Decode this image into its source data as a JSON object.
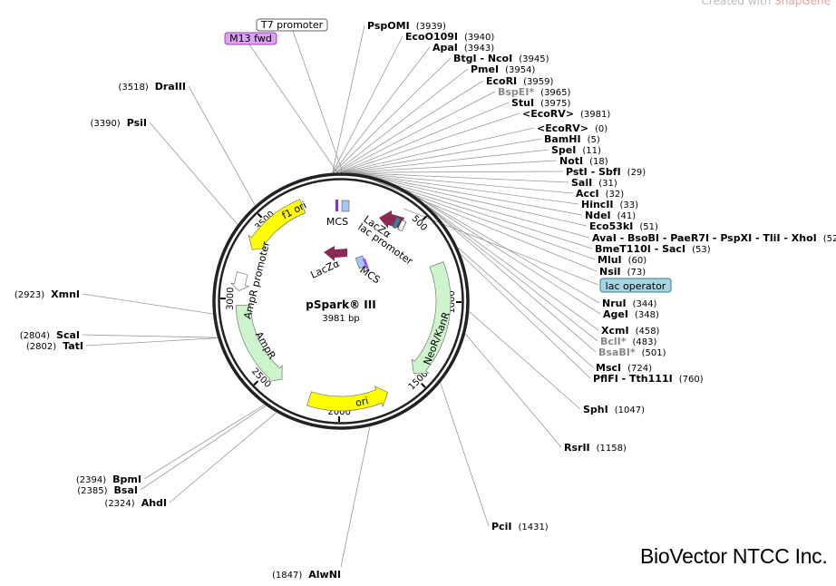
{
  "credit": {
    "prefix": "Created with ",
    "brand": "SnapGene"
  },
  "plasmid": {
    "name": "pSpark® III",
    "length_label": "3981 bp",
    "length": 3981
  },
  "logo_text": "BioVector NTCC Inc.",
  "ticks": [
    "500",
    "1000",
    "1500",
    "2000",
    "2500",
    "3000",
    "3500"
  ],
  "tick_values": [
    500,
    1000,
    1500,
    2000,
    2500,
    3000,
    3500
  ],
  "primer_labels": [
    {
      "label": "T7 promoter",
      "position": 3955,
      "color": "#ffffff"
    },
    {
      "label": "M13 fwd",
      "position": 3930,
      "color": "#d9a3f0"
    },
    {
      "label": "lac operator",
      "position": 110,
      "color": "#a8d3e0"
    }
  ],
  "features": [
    {
      "label": "f1 ori",
      "start": 3318,
      "end": 3738,
      "direction": "reverse",
      "color": "#ffff00"
    },
    {
      "label": "AmpR promoter",
      "start": 3050,
      "end": 3160,
      "direction": "reverse",
      "color": "#ffffff"
    },
    {
      "label": "AmpR",
      "start": 2400,
      "end": 2960,
      "direction": "reverse",
      "color": "#ccf5cc"
    },
    {
      "label": "ori",
      "start": 1690,
      "end": 2190,
      "direction": "reverse",
      "color": "#ffff00"
    },
    {
      "label": "NeoR/KanR",
      "start": 763,
      "end": 1490,
      "direction": "forward",
      "color": "#ccf5cc"
    },
    {
      "label": "LacZα",
      "start": 150,
      "end": 260,
      "direction": "reverse",
      "color": "#8b2a52"
    },
    {
      "label": "lac promoter",
      "start": 90,
      "end": 130,
      "direction": "reverse",
      "color": "#ffffff"
    },
    {
      "label": "MCS",
      "start": 3939,
      "end": 3981,
      "direction": "none",
      "color": "#a3c8f5"
    },
    {
      "label": "LacZα",
      "start": 3800,
      "end": 3860,
      "direction": "reverse",
      "color": "#8b2a52"
    },
    {
      "label": "MCS",
      "start": 0,
      "end": 73,
      "direction": "none",
      "color": "#a3c8f5"
    }
  ],
  "sites": [
    {
      "name": "PspOMI",
      "pos": "(3939)",
      "bp": 3939
    },
    {
      "name": "EcoO109I",
      "pos": "(3940)",
      "bp": 3940
    },
    {
      "name": "ApaI",
      "pos": "(3943)",
      "bp": 3943
    },
    {
      "name": "BtgI - NcoI",
      "pos": "(3945)",
      "bp": 3945
    },
    {
      "name": "PmeI",
      "pos": "(3954)",
      "bp": 3954
    },
    {
      "name": "EcoRI",
      "pos": "(3959)",
      "bp": 3959
    },
    {
      "name": "BspEI*",
      "pos": "(3965)",
      "bp": 3965,
      "gray": true
    },
    {
      "name": "StuI",
      "pos": "(3975)",
      "bp": 3975
    },
    {
      "name": "<EcoRV>",
      "pos": "(3981)",
      "bp": 3981
    },
    {
      "name": "<EcoRV>",
      "pos": "(0)",
      "bp": 0
    },
    {
      "name": "BamHI",
      "pos": "(5)",
      "bp": 5
    },
    {
      "name": "SpeI",
      "pos": "(11)",
      "bp": 11
    },
    {
      "name": "NotI",
      "pos": "(18)",
      "bp": 18
    },
    {
      "name": "PstI - SbfI",
      "pos": "(29)",
      "bp": 29
    },
    {
      "name": "SalI",
      "pos": "(31)",
      "bp": 31
    },
    {
      "name": "AccI",
      "pos": "(32)",
      "bp": 32
    },
    {
      "name": "HincII",
      "pos": "(33)",
      "bp": 33
    },
    {
      "name": "NdeI",
      "pos": "(41)",
      "bp": 41
    },
    {
      "name": "Eco53kI",
      "pos": "(51)",
      "bp": 51
    },
    {
      "name": "AvaI - BsoBI - PaeR7I - PspXI - TliI - XhoI",
      "pos": "(52)",
      "bp": 52
    },
    {
      "name": "BmeT110I - SacI",
      "pos": "(53)",
      "bp": 53
    },
    {
      "name": "MluI",
      "pos": "(60)",
      "bp": 60
    },
    {
      "name": "NsiI",
      "pos": "(73)",
      "bp": 73
    },
    {
      "name": "NruI",
      "pos": "(344)",
      "bp": 344
    },
    {
      "name": "AgeI",
      "pos": "(348)",
      "bp": 348
    },
    {
      "name": "XcmI",
      "pos": "(458)",
      "bp": 458
    },
    {
      "name": "BclI*",
      "pos": "(483)",
      "bp": 483,
      "gray": true
    },
    {
      "name": "BsaBI*",
      "pos": "(501)",
      "bp": 501,
      "gray": true
    },
    {
      "name": "MscI",
      "pos": "(724)",
      "bp": 724
    },
    {
      "name": "PflFI - Tth111I",
      "pos": "(760)",
      "bp": 760
    },
    {
      "name": "SphI",
      "pos": "(1047)",
      "bp": 1047
    },
    {
      "name": "RsrII",
      "pos": "(1158)",
      "bp": 1158
    },
    {
      "name": "PciI",
      "pos": "(1431)",
      "bp": 1431
    },
    {
      "name": "AlwNI",
      "pos": "(1847)",
      "bp": 1847
    },
    {
      "name": "AhdI",
      "pos": "(2324)",
      "bp": 2324
    },
    {
      "name": "BsaI",
      "pos": "(2385)",
      "bp": 2385
    },
    {
      "name": "BpmI",
      "pos": "(2394)",
      "bp": 2394
    },
    {
      "name": "TatI",
      "pos": "(2802)",
      "bp": 2802
    },
    {
      "name": "ScaI",
      "pos": "(2804)",
      "bp": 2804
    },
    {
      "name": "XmnI",
      "pos": "(2923)",
      "bp": 2923
    },
    {
      "name": "PsiI",
      "pos": "(3390)",
      "bp": 3390
    },
    {
      "name": "DraIII",
      "pos": "(3518)",
      "bp": 3518
    }
  ]
}
